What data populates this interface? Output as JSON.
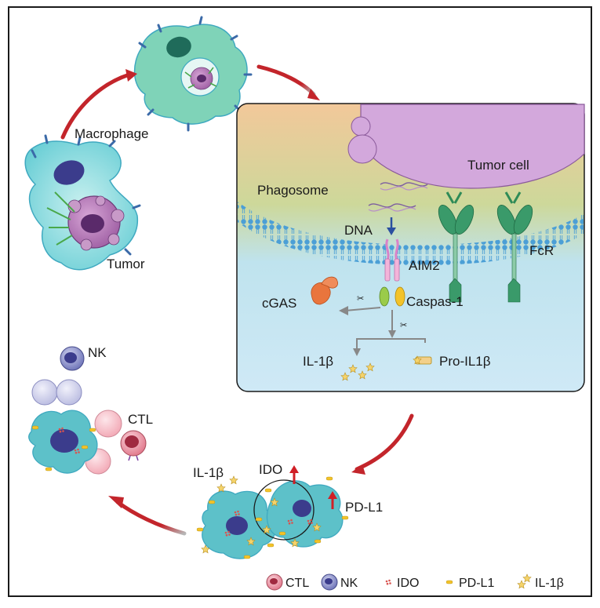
{
  "labels": {
    "macrophage": "Macrophage",
    "tumor": "Tumor",
    "phagosome": "Phagosome",
    "tumor_cell": "Tumor cell",
    "dna": "DNA",
    "aim2": "AIM2",
    "fcr": "FcR",
    "cgas": "cGAS",
    "caspase1": "Caspas-1",
    "il1b_inner": "IL-1β",
    "pro_il1b": "Pro-IL1β",
    "nk": "NK",
    "ctl": "CTL",
    "il1b_outer": "IL-1β",
    "ido": "IDO",
    "pdl1": "PD-L1"
  },
  "legend": [
    {
      "key": "ctl",
      "label": "CTL"
    },
    {
      "key": "nk",
      "label": "NK"
    },
    {
      "key": "ido",
      "label": "IDO"
    },
    {
      "key": "pdl1",
      "label": "PD-L1"
    },
    {
      "key": "il1b",
      "label": "IL-1β"
    }
  ],
  "colors": {
    "macrophage_fill": "#8ed8de",
    "macrophage_fill_2": "#7fd3b8",
    "macrophage_edge": "#3fa9c0",
    "tumor_fill": "#a766a8",
    "tumor_edge": "#6e3c78",
    "nucleus_dark": "#3b3c8c",
    "ctl_fill": "#e5788a",
    "nk_fill": "#5b60a8",
    "pdl1": "#f3c32a",
    "ido": "#d9534f",
    "arrow_red": "#c3252b",
    "membrane_blue": "#4b9fd6",
    "fcr_green": "#2e8b57"
  }
}
